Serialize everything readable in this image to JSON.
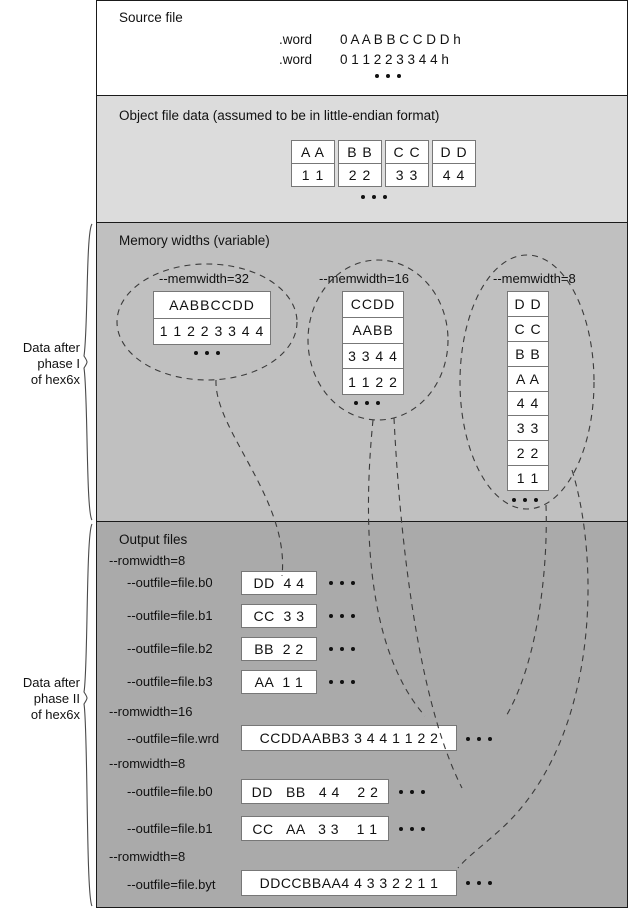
{
  "panels": {
    "source": {
      "title": "Source file"
    },
    "object": {
      "title": "Object file data (assumed to be in little-endian format)"
    },
    "memory": {
      "title": "Memory widths (variable)"
    },
    "output": {
      "title": "Output files"
    }
  },
  "source_file": {
    "lines": [
      {
        "directive": ".word",
        "value": "0 A A B B C C D D h"
      },
      {
        "directive": ".word",
        "value": "0 1 1 2 2 3 3 4 4 h"
      }
    ]
  },
  "object_file": {
    "boxes": [
      {
        "top": "A A",
        "bottom": "1 1"
      },
      {
        "top": "B B",
        "bottom": "2 2"
      },
      {
        "top": "C C",
        "bottom": "3 3"
      },
      {
        "top": "D D",
        "bottom": "4 4"
      }
    ]
  },
  "memory_widths": [
    {
      "label": "--memwidth=32",
      "cells": [
        "AABBCCDD",
        "1 1 2 2 3 3 4 4"
      ]
    },
    {
      "label": "--memwidth=16",
      "cells": [
        "CCDD",
        "AABB",
        "3 3 4 4",
        "1 1 2 2"
      ]
    },
    {
      "label": "--memwidth=8",
      "cells": [
        "D D",
        "C C",
        "B B",
        "A A",
        "4 4",
        "3 3",
        "2 2",
        "1 1"
      ]
    }
  ],
  "output_groups": [
    {
      "romwidth": "--romwidth=8",
      "files": [
        {
          "label": "--outfile=file.b0",
          "value": "DD  4 4"
        },
        {
          "label": "--outfile=file.b1",
          "value": "CC  3 3"
        },
        {
          "label": "--outfile=file.b2",
          "value": "BB  2 2"
        },
        {
          "label": "--outfile=file.b3",
          "value": "AA  1 1"
        }
      ]
    },
    {
      "romwidth": "--romwidth=16",
      "files": [
        {
          "label": "--outfile=file.wrd",
          "value": "CCDDAABB3 3 4 4 1 1 2 2"
        }
      ]
    },
    {
      "romwidth": "--romwidth=8",
      "files": [
        {
          "label": "--outfile=file.b0",
          "value": "DD   BB   4 4    2 2"
        },
        {
          "label": "--outfile=file.b1",
          "value": "CC   AA   3 3    1 1"
        }
      ]
    },
    {
      "romwidth": "--romwidth=8",
      "files": [
        {
          "label": "--outfile=file.byt",
          "value": "DDCCBBAA4 4 3 3 2 2 1 1"
        }
      ]
    }
  ],
  "braces": [
    {
      "line1": "Data after",
      "line2": "phase I",
      "line3": "of hex6x"
    },
    {
      "line1": "Data after",
      "line2": "phase II",
      "line3": "of hex6x"
    }
  ],
  "colors": {
    "panel_source": "#ffffff",
    "panel_object": "#dcdcdc",
    "panel_memory": "#c0c0c0",
    "panel_output": "#aaaaaa",
    "box_border": "#777777",
    "frame": "#1a1a1a",
    "dashed": "#3a3a3a"
  }
}
